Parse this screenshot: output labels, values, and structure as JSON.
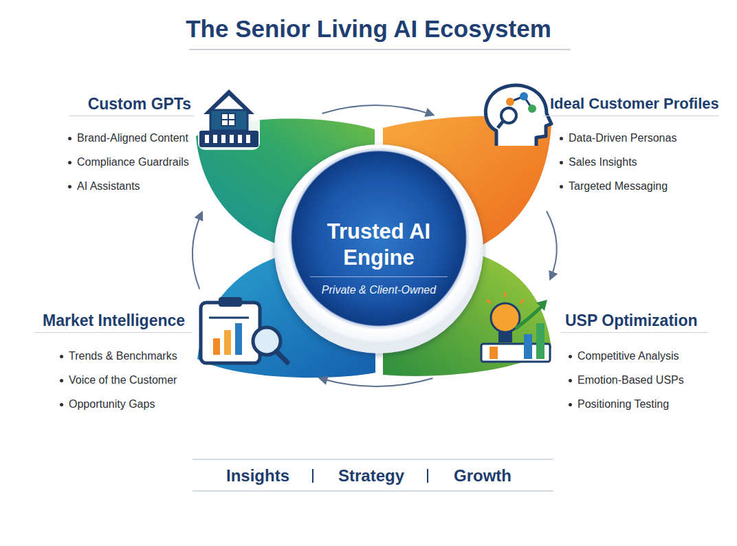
{
  "diagram": {
    "title": "The Senior Living AI Ecosystem",
    "nodes": [
      {
        "text": [
          "Custom GPTs",
          "Brand-Aligned Content",
          "Compliance Guardrails",
          "AI Assistants"
        ]
      },
      {
        "text": [
          "Ideal Customer Profiles",
          "Data-Driven Personas",
          "Sales Insights",
          "Targeted Messaging"
        ]
      },
      {
        "text": [
          "Trusted AI Engine",
          "Private & Client-Owned"
        ]
      },
      {
        "text": [
          "Market Intelligence",
          "Trends & Benchmarks",
          "Voice of the Customer",
          "Opportunity Gaps"
        ]
      },
      {
        "text": [
          "USP Optimization",
          "Competitive Analysis",
          "Emotion-Based USPs",
          "Positioning Testing"
        ]
      }
    ],
    "edges": [
      {
        "from": 0,
        "to": 1,
        "arrow": "to"
      },
      {
        "from": 1,
        "to": 4,
        "arrow": "to"
      },
      {
        "from": 4,
        "to": 3,
        "arrow": "to"
      },
      {
        "from": 3,
        "to": 0,
        "arrow": "to"
      }
    ],
    "labels": [
      "Insights",
      "Strategy",
      "Growth"
    ]
  }
}
